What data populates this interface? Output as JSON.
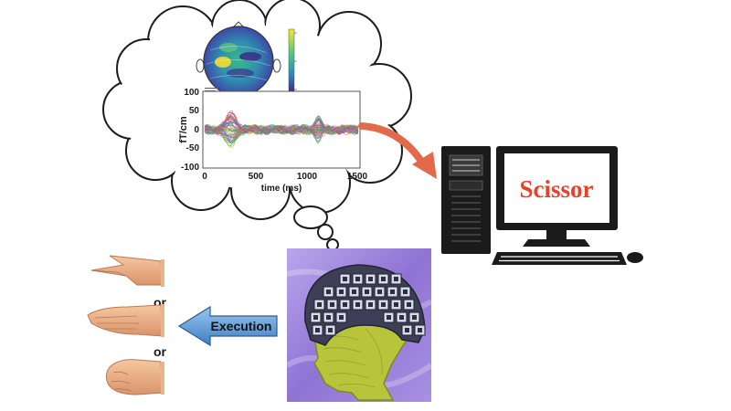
{
  "plot": {
    "y_axis_label": "fT/cm",
    "x_axis_label": "time (ms)",
    "y_ticks": [
      "100",
      "50",
      "0",
      "-50",
      "-100"
    ],
    "x_ticks": [
      "0",
      "500",
      "1000",
      "1500"
    ]
  },
  "computer": {
    "screen_text": "Scissor",
    "screen_text_color": "#e8412b"
  },
  "execution": {
    "label": "Execution",
    "arrow_color": "#4f8fcd"
  },
  "gestures": {
    "connector_1": "or",
    "connector_2": "or"
  },
  "colors": {
    "flow_arrow": "#e2694a",
    "meg_background": "#9a7fd8",
    "head": "#b8c43a",
    "helmet": "#3c3f56"
  }
}
